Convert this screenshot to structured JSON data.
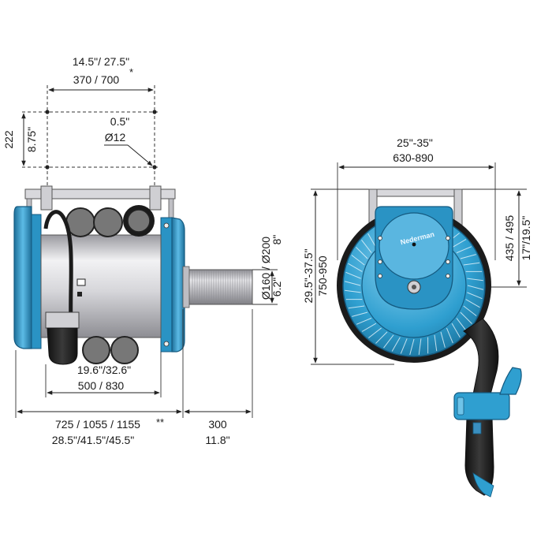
{
  "colors": {
    "blue": "#2f9fd0",
    "blue_dark": "#1d6f99",
    "blue_light": "#6ec3e8",
    "drum_grey": "#cfcfd2",
    "hose_black": "#1b1b1b"
  },
  "left_view": {
    "top_width_in": "14.5\"/ 27.5\"",
    "top_width_mm": "370 / 700",
    "top_width_star": "*",
    "height_mm": "222",
    "height_in": "8.75\"",
    "hole_in": "0.5\"",
    "hole_dia": "Ø12",
    "outlet_dia": "Ø160 / Ø200",
    "outlet_in_a": "8\"",
    "outlet_in_b": "6.2\"",
    "drum_in": "19.6\"/32.6\"",
    "drum_mm": "500 / 830",
    "total_mm": "725 / 1055 / 1155",
    "total_star": "**",
    "total_in": "28.5\"/41.5\"/45.5\"",
    "outlet_len_mm": "300",
    "outlet_len_in": "11.8\""
  },
  "right_view": {
    "width_in": "25\"-35\"",
    "width_mm": "630-890",
    "height_in": "29.5\"-37.5\"",
    "height_mm": "750-950",
    "upper_mm": "435 / 495",
    "upper_in": "17\"/19.5\"",
    "brand": "Nederman"
  }
}
